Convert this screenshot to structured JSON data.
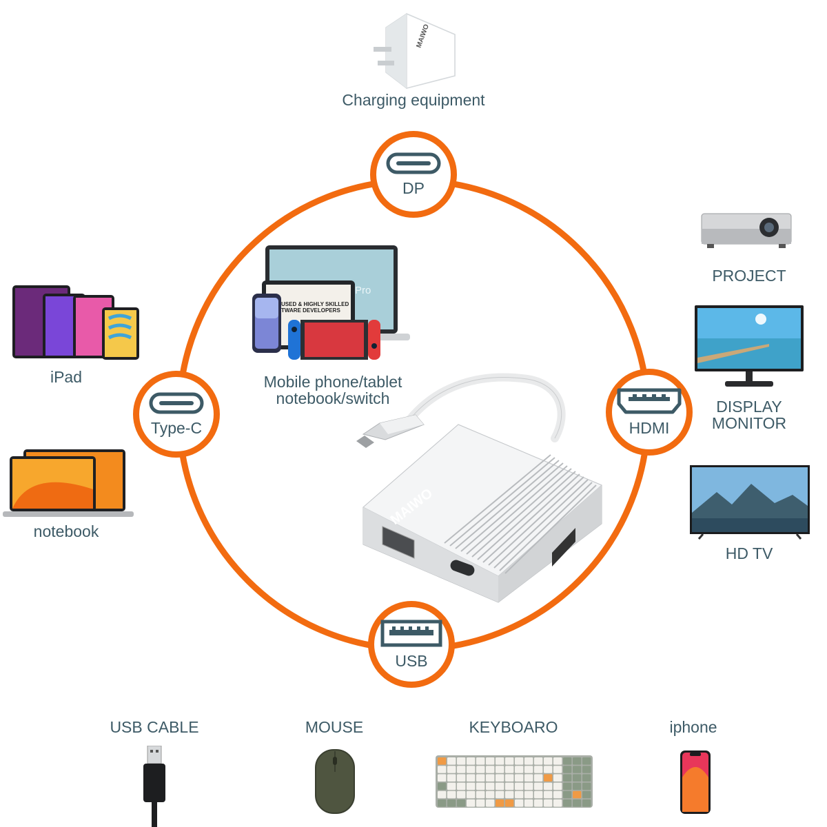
{
  "ring": {
    "color": "#f26b10",
    "nodes": {
      "dp": "DP",
      "typec": "Type-C",
      "hdmi": "HDMI",
      "usb": "USB"
    }
  },
  "center": {
    "devices_label_line1": "Mobile phone/tablet",
    "devices_label_line2": "notebook/switch",
    "hub_brand": "MAIWO",
    "charger_brand": "MAIWO",
    "laptop_screen_text": "Pro",
    "tablet_headline": "USED & HIGHLY SKILLED SOFTWARE DEVELOPERS"
  },
  "top": {
    "charging_label": "Charging equipment"
  },
  "left": {
    "ipad_label": "iPad",
    "notebook_label": "notebook"
  },
  "right": {
    "projector_label": "PROJECT",
    "monitor_label_line1": "DISPLAY",
    "monitor_label_line2": "MONITOR",
    "tv_label": "HD TV"
  },
  "bottom": {
    "usb_cable_label": "USB CABLE",
    "mouse_label": "MOUSE",
    "keyboard_label": "KEYBOARO",
    "iphone_label": "iphone"
  },
  "icons": [
    "charger-icon",
    "usb-c-port-icon",
    "hdmi-port-icon",
    "usb-a-port-icon",
    "ipad-icon",
    "notebook-icon",
    "projector-icon",
    "monitor-icon",
    "tv-icon",
    "usb-cable-icon",
    "mouse-icon",
    "keyboard-icon",
    "iphone-icon",
    "hub-icon"
  ]
}
